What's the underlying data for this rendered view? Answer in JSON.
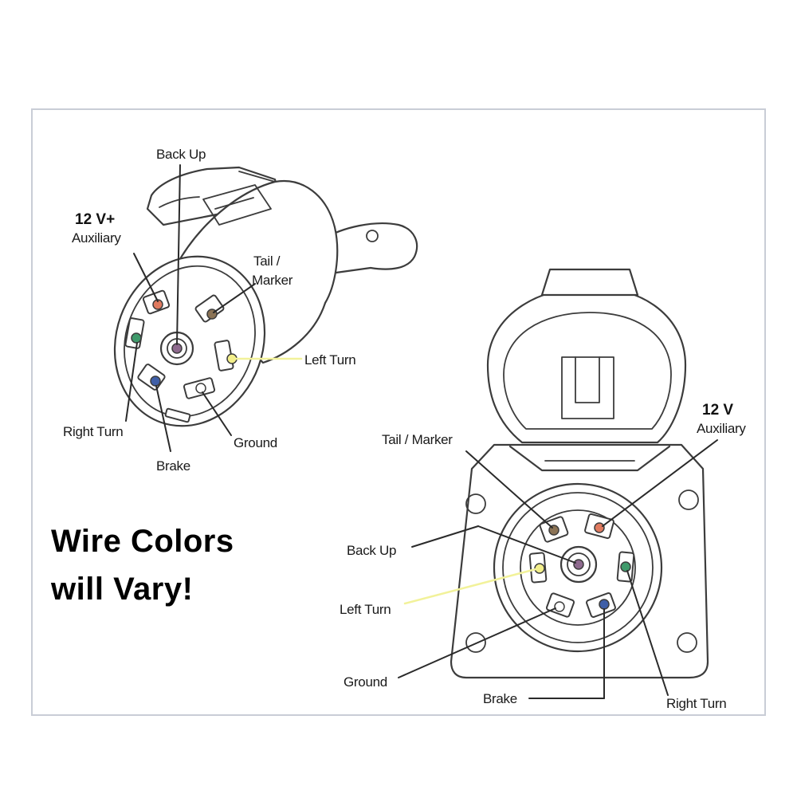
{
  "warning": {
    "line1": "Wire Colors",
    "line2": "will Vary!"
  },
  "left_plug": {
    "labels": {
      "back_up": "Back Up",
      "aux_line1": "12 V+",
      "aux_line2": "Auxiliary",
      "tail_line1": "Tail /",
      "tail_line2": "Marker",
      "left_turn": "Left Turn",
      "right_turn": "Right Turn",
      "brake": "Brake",
      "ground": "Ground"
    },
    "pin_colors": {
      "auxiliary": "#e07a5f",
      "tail_marker": "#8b7355",
      "back_up": "#8e6a8e",
      "left_turn": "#f3ef8a",
      "right_turn": "#3f9a6b",
      "brake": "#3f5fa8",
      "ground": "#ffffff"
    }
  },
  "right_socket": {
    "labels": {
      "aux_line1": "12 V",
      "aux_line2": "Auxiliary",
      "tail_marker": "Tail / Marker",
      "back_up": "Back Up",
      "left_turn": "Left Turn",
      "ground": "Ground",
      "brake": "Brake",
      "right_turn": "Right Turn"
    },
    "pin_colors": {
      "auxiliary": "#e07a5f",
      "tail_marker": "#8b7355",
      "back_up": "#8e6a8e",
      "left_turn": "#f3ef8a",
      "right_turn": "#3f9a6b",
      "brake": "#3f5fa8",
      "ground": "#ffffff"
    }
  }
}
